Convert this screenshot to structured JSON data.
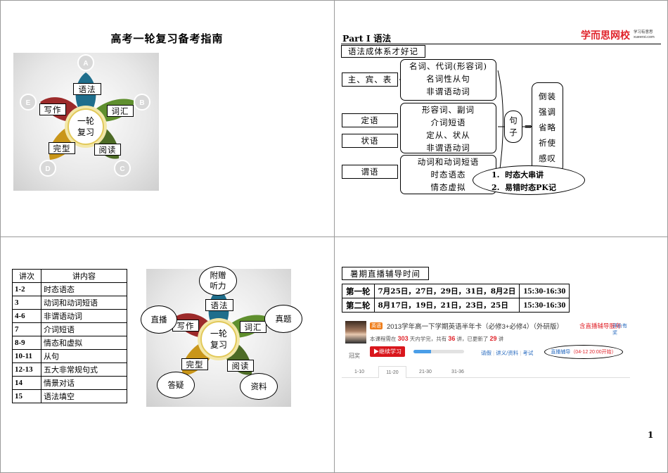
{
  "slide1": {
    "title": "高考一轮复习备考指南",
    "diagram": {
      "center": "一轮\n复习",
      "petals": [
        "语法",
        "词汇",
        "阅读",
        "完型",
        "写作"
      ],
      "letters": [
        "A",
        "B",
        "C",
        "D",
        "E"
      ],
      "colors": [
        "#1f6e8c",
        "#5f8f2e",
        "#4d6b26",
        "#c9961a",
        "#9c2a2a"
      ]
    }
  },
  "slide2": {
    "part_label": "Part Ⅰ 语法",
    "logo": {
      "brand": "学而思网校",
      "tag": "学习有意思",
      "url": "xueersi.com"
    },
    "subtitle": "语法成体系才好记",
    "rows": [
      {
        "label": "主、宾、表",
        "items": [
          "名词、代词(形容词)",
          "名词性从句",
          "非谓语动词"
        ]
      },
      {
        "label": "定语",
        "items": [
          "形容词、副词",
          "介词短语",
          "定从、状从",
          "非谓语动词"
        ]
      },
      {
        "label": "状语",
        "items": []
      },
      {
        "label": "谓语",
        "items": [
          "动词和动词短语",
          "时态语态",
          "情态虚拟"
        ]
      }
    ],
    "sentence": "句\n子",
    "special": [
      "倒装",
      "强调",
      "省略",
      "祈使",
      "感叹"
    ],
    "tense_notes": [
      {
        "num": "1.",
        "text": "时态大串讲"
      },
      {
        "num": "2.",
        "text": "易错时态PK记"
      }
    ]
  },
  "slide3": {
    "headers": [
      "讲次",
      "讲内容"
    ],
    "rows": [
      [
        "1-2",
        "时态语态"
      ],
      [
        "3",
        "动词和动词短语"
      ],
      [
        "4-6",
        "非谓语动词"
      ],
      [
        "7",
        "介词短语"
      ],
      [
        "8-9",
        "情态和虚拟"
      ],
      [
        "10-11",
        "从句"
      ],
      [
        "12-13",
        "五大非常规句式"
      ],
      [
        "14",
        "情景对话"
      ],
      [
        "15",
        "语法填空"
      ]
    ],
    "bubbles": [
      "附赠\n听力",
      "真题",
      "资料",
      "答疑",
      "直播"
    ]
  },
  "slide4": {
    "title": "暑期直播辅导时间",
    "table": [
      [
        "第一轮",
        "7月25日，27日，29日，31日，8月2日",
        "15:30-16:30"
      ],
      [
        "第二轮",
        "8月17日，19日，21日，23日，25日",
        "15:30-16:30"
      ]
    ],
    "course": {
      "tag": "英语",
      "title": "2013学年高一下学期英语半年卡（必修3+必修4）（外研版）",
      "badge": "含直播辅导服务",
      "rating": "评价有奖",
      "info_prefix": "本课程需在",
      "days": "303",
      "info_mid1": "天内学完，共有",
      "total": "36",
      "info_mid2": "讲，已更新了",
      "updated": "29",
      "info_suffix": "讲",
      "teacher": "冠奖",
      "button": "▶继续学习",
      "progress": 0.35,
      "links": [
        "请假",
        "讲义/资料",
        "考试"
      ],
      "live_link": "直播辅导",
      "live_time": "（04-12 20:00开始）",
      "tabs": [
        "1-10",
        "11-20",
        "21-30",
        "31-36"
      ],
      "active_tab": 1
    },
    "page_number": "1"
  }
}
